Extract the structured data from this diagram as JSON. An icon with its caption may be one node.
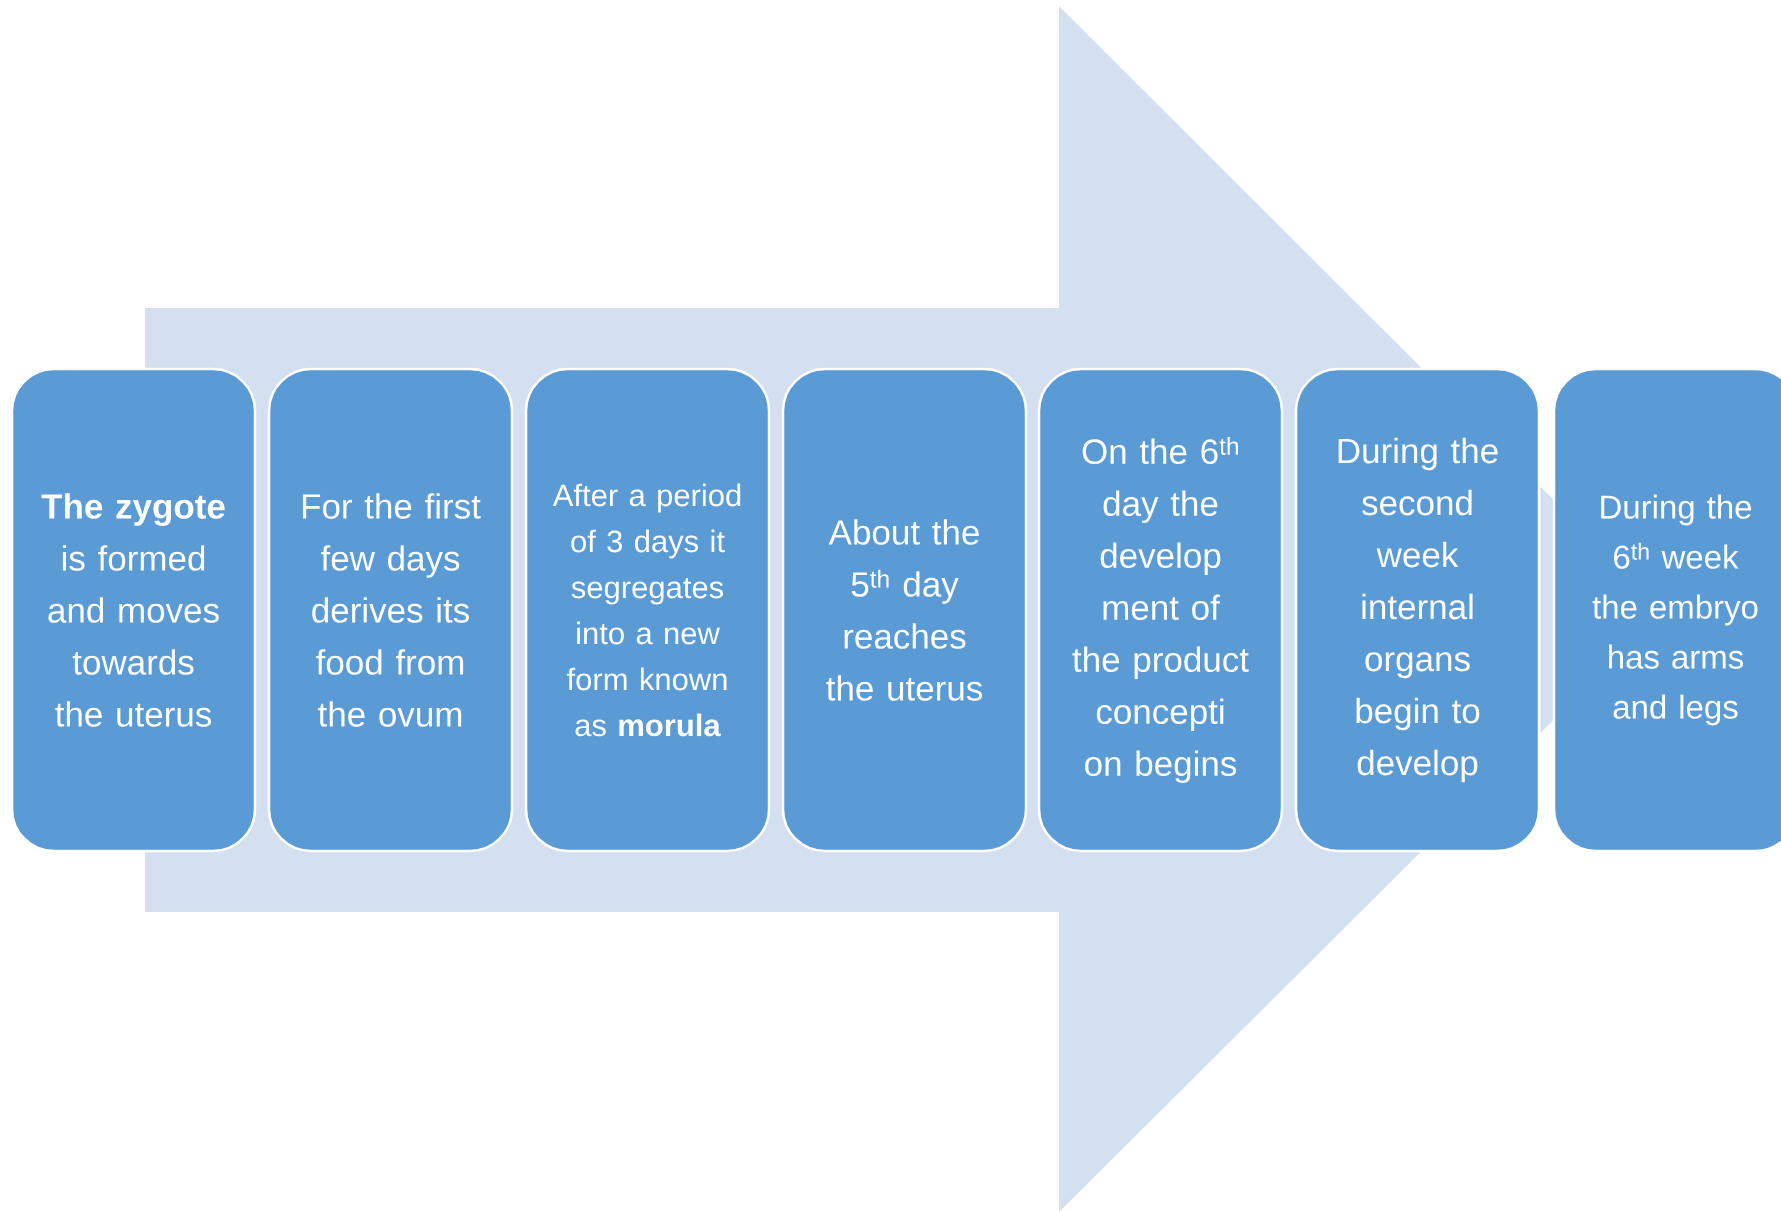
{
  "diagram": {
    "nodes": [
      {
        "text": [
          "**The zygote** is formed and moves towards the uterus"
        ]
      },
      {
        "text": [
          "For the first few days derives its food from the ovum"
        ]
      },
      {
        "text": [
          "After a period of 3 days it segregates into a new form known as **morula**"
        ]
      },
      {
        "text": [
          "About the 5$^{th}$ day reaches the uterus"
        ]
      },
      {
        "text": [
          "On the 6$^{th}$ day the develop ment of the product concepti on begins"
        ]
      },
      {
        "text": [
          "During the second week internal organs begin to develop"
        ]
      },
      {
        "text": [
          "During the 6$^{th}$ week the embryo has arms and legs"
        ]
      }
    ],
    "edges": [
      {
        "from": 0,
        "to": 6,
        "arrow": "to"
      }
    ]
  }
}
